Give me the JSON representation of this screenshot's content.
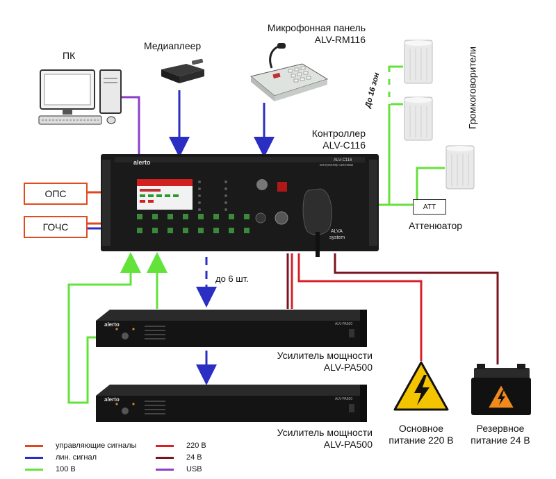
{
  "labels": {
    "pc": "ПК",
    "media_player": "Медиаплеер",
    "mic_panel_line1": "Микрофонная панель",
    "mic_panel_line2": "ALV-RM116",
    "controller_line1": "Контроллер",
    "controller_line2": "ALV-C116",
    "speakers": "Громкоговорители",
    "zones": "До 16 зон",
    "attenuator": "Аттенюатор",
    "att_box": "ATT",
    "ops": "ОПС",
    "gochs": "ГОЧС",
    "up_to_6": "до 6 шт.",
    "amp1_line1": "Усилитель мощности",
    "amp1_line2": "ALV-PA500",
    "amp2_line1": "Усилитель мощности",
    "amp2_line2": "ALV-PA500",
    "main_power_line1": "Основное",
    "main_power_line2": "питание 220 В",
    "backup_power_line1": "Резервное",
    "backup_power_line2": "питание 24 В"
  },
  "device_text": {
    "brand": "alerto",
    "controller_model": "ALV-C116",
    "controller_sub": "контроллер системы",
    "alva": "ALVA",
    "system": "system",
    "amp_model": "ALV-PA500"
  },
  "legend": [
    {
      "label": "управляющие сигналы",
      "color": "#e2461e"
    },
    {
      "label": "лин. сигнал",
      "color": "#2a2ec2"
    },
    {
      "label": "100 В",
      "color": "#63e23a"
    },
    {
      "label": "220 В",
      "color": "#d8202a"
    },
    {
      "label": "24 В",
      "color": "#7a1420"
    },
    {
      "label": "USB",
      "color": "#8a3fc8"
    }
  ],
  "colors": {
    "control": "#e2461e",
    "line_signal": "#2a2ec2",
    "v100": "#63e23a",
    "v220": "#d8202a",
    "v24": "#7a1420",
    "usb": "#8a3fc8"
  },
  "icons": [
    "pc-icon",
    "media-player-icon",
    "microphone-panel-icon",
    "speaker-icon",
    "controller-rack-icon",
    "amplifier-icon",
    "high-voltage-icon",
    "battery-icon"
  ]
}
